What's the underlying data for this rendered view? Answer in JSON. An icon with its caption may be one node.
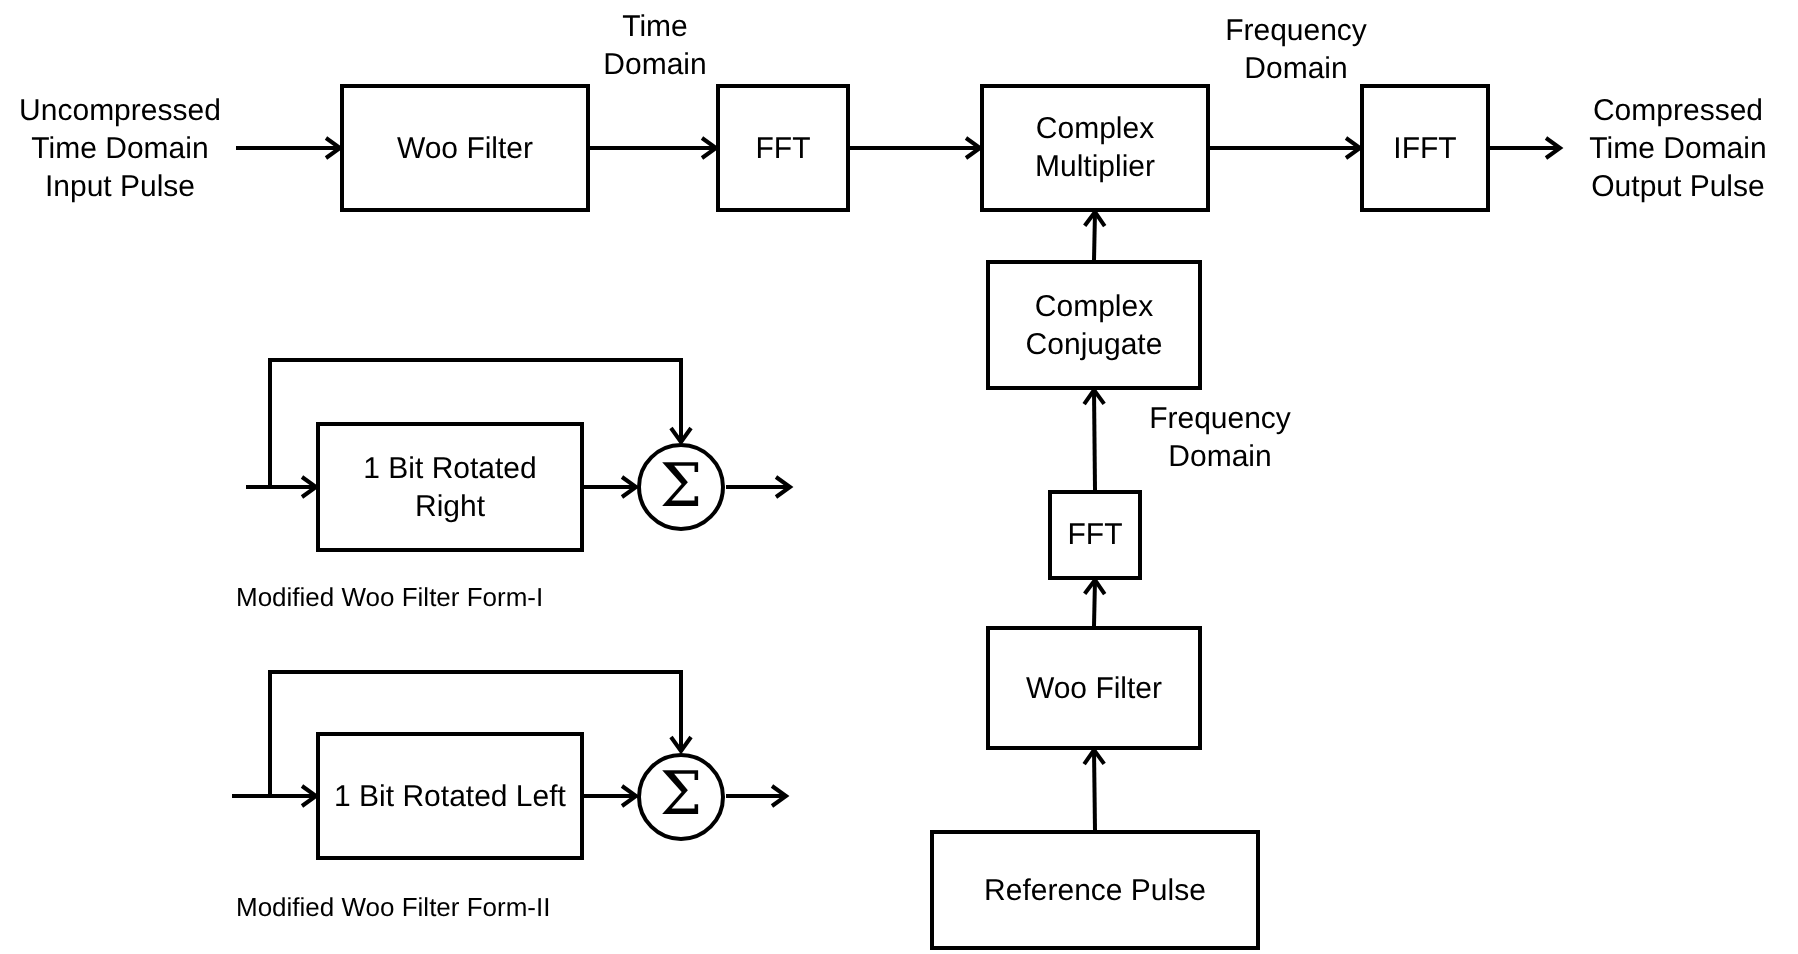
{
  "diagram": {
    "nodes": [
      {
        "text": [
          "Uncompressed Time Domain Input Pulse"
        ]
      },
      {
        "text": [
          "Woo Filter"
        ]
      },
      {
        "text": [
          "FFT"
        ]
      },
      {
        "text": [
          "Complex Multiplier"
        ]
      },
      {
        "text": [
          "IFFT"
        ]
      },
      {
        "text": [
          "Compressed Time Domain Output Pulse"
        ]
      },
      {
        "text": [
          "Complex Conjugate"
        ]
      },
      {
        "text": [
          "FFT"
        ]
      },
      {
        "text": [
          "Woo Filter"
        ]
      },
      {
        "text": [
          "Reference Pulse"
        ]
      },
      {
        "text": [
          "1 Bit Rotated Right"
        ]
      },
      {
        "text": [
          "Σ"
        ]
      },
      {
        "text": [
          "1 Bit Rotated Left"
        ]
      },
      {
        "text": [
          "Σ"
        ]
      }
    ],
    "edges": [
      {
        "from": 0,
        "to": 1,
        "arrow": "to"
      },
      {
        "from": 1,
        "to": 2,
        "arrow": "to",
        "label": "Time Domain"
      },
      {
        "from": 2,
        "to": 3,
        "arrow": "to"
      },
      {
        "from": 3,
        "to": 4,
        "arrow": "to",
        "label": "Frequency Domain"
      },
      {
        "from": 4,
        "to": 5,
        "arrow": "to"
      },
      {
        "from": 6,
        "to": 3,
        "arrow": "to"
      },
      {
        "from": 7,
        "to": 6,
        "arrow": "to",
        "label": "Frequency Domain"
      },
      {
        "from": 8,
        "to": 7,
        "arrow": "to"
      },
      {
        "from": 9,
        "to": 8,
        "arrow": "to"
      },
      {
        "from": null,
        "to": 10,
        "arrow": "to"
      },
      {
        "from": 10,
        "to": 11,
        "arrow": "to"
      },
      {
        "from": null,
        "to": 11,
        "arrow": "to"
      },
      {
        "from": 11,
        "to": null,
        "arrow": "to"
      },
      {
        "from": null,
        "to": 12,
        "arrow": "to"
      },
      {
        "from": 12,
        "to": 13,
        "arrow": "to"
      },
      {
        "from": null,
        "to": 13,
        "arrow": "to"
      },
      {
        "from": 13,
        "to": null,
        "arrow": "to"
      }
    ],
    "labels": [
      "Modified Woo Filter Form-I",
      "Modified Woo Filter Form-II"
    ]
  }
}
